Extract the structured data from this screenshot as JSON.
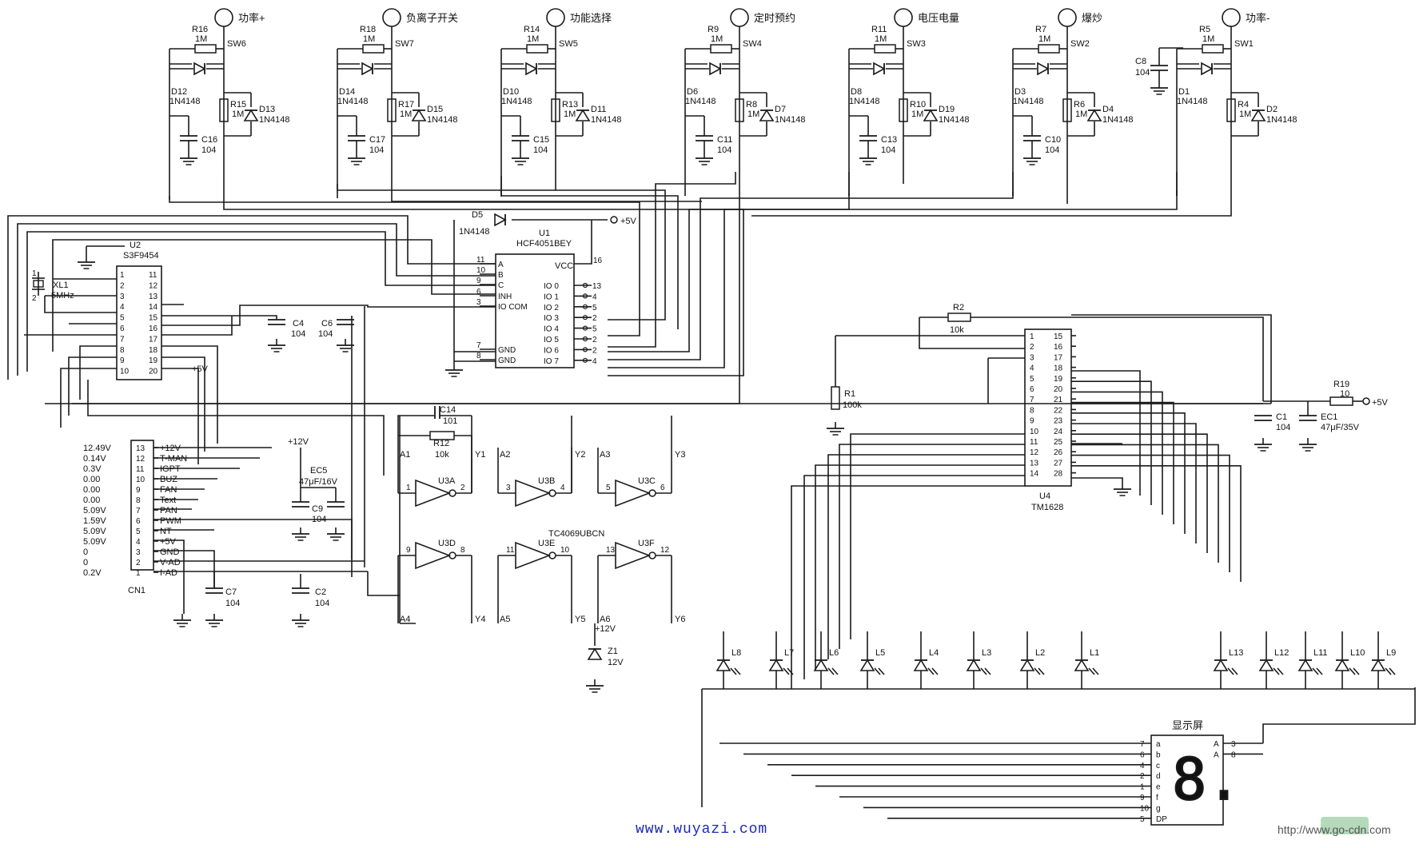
{
  "switches": [
    {
      "label": "功率+",
      "r_top": "R16",
      "r_top_val": "1M",
      "sw": "SW6",
      "d_left": "D12",
      "d_type": "1N4148",
      "r_mid": "R15",
      "r_mid_val": "1M",
      "d_right": "D13",
      "d_right_type": "1N4148",
      "cap": "C16",
      "cap_val": "104"
    },
    {
      "label": "负离子开关",
      "r_top": "R18",
      "r_top_val": "1M",
      "sw": "SW7",
      "d_left": "D14",
      "d_type": "1N4148",
      "r_mid": "R17",
      "r_mid_val": "1M",
      "d_right": "D15",
      "d_right_type": "1N4148",
      "cap": "C17",
      "cap_val": "104"
    },
    {
      "label": "功能选择",
      "r_top": "R14",
      "r_top_val": "1M",
      "sw": "SW5",
      "d_left": "D10",
      "d_type": "1N4148",
      "r_mid": "R13",
      "r_mid_val": "1M",
      "d_right": "D11",
      "d_right_type": "1N4148",
      "cap": "C15",
      "cap_val": "104"
    },
    {
      "label": "定时预约",
      "r_top": "R9",
      "r_top_val": "1M",
      "sw": "SW4",
      "d_left": "D6",
      "d_type": "1N4148",
      "r_mid": "R8",
      "r_mid_val": "1M",
      "d_right": "D7",
      "d_right_type": "1N4148",
      "cap": "C11",
      "cap_val": "104"
    },
    {
      "label": "电压电量",
      "r_top": "R11",
      "r_top_val": "1M",
      "sw": "SW3",
      "d_left": "D8",
      "d_type": "1N4148",
      "r_mid": "R10",
      "r_mid_val": "1M",
      "d_right": "D19",
      "d_right_type": "1N4148",
      "cap": "C13",
      "cap_val": "104"
    },
    {
      "label": "爆炒",
      "r_top": "R7",
      "r_top_val": "1M",
      "sw": "SW2",
      "d_left": "D3",
      "d_type": "1N4148",
      "r_mid": "R6",
      "r_mid_val": "1M",
      "d_right": "D4",
      "d_right_type": "1N4148",
      "cap": "C10",
      "cap_val": "104"
    },
    {
      "label": "功率-",
      "r_top": "R5",
      "r_top_val": "1M",
      "sw": "SW1",
      "d_left": "D1",
      "d_type": "1N4148",
      "r_mid": "R4",
      "r_mid_val": "1M",
      "d_right": "D2",
      "d_right_type": "1N4148",
      "cap": "",
      "cap_val": ""
    }
  ],
  "c8": {
    "name": "C8",
    "val": "104"
  },
  "u1": {
    "ref": "U1",
    "part": "HCF4051BEY",
    "vcc": "VCC",
    "pins_left": [
      "A",
      "B",
      "C",
      "INH",
      "IO COM",
      "GND",
      "GND"
    ],
    "pins_left_nums": [
      "11",
      "10",
      "9",
      "6",
      "3",
      "7",
      "8"
    ],
    "pins_right": [
      "IO 0",
      "IO 1",
      "IO 2",
      "IO 3",
      "IO 4",
      "IO 5",
      "IO 6",
      "IO 7"
    ],
    "vcc_pin": "16",
    "right_outer": [
      "13",
      "4",
      "5",
      "2",
      "5",
      "2",
      "2",
      "4"
    ]
  },
  "d5": {
    "ref": "D5",
    "type": "1N4148"
  },
  "plus5v": "+5V",
  "u2": {
    "ref": "U2",
    "part": "S3F9454",
    "left": [
      "1",
      "2",
      "3",
      "4",
      "5",
      "6",
      "7",
      "8",
      "9",
      "10"
    ],
    "right": [
      "11",
      "12",
      "13",
      "14",
      "15",
      "16",
      "17",
      "18",
      "19",
      "20"
    ]
  },
  "xl1": {
    "ref": "XL1",
    "freq": "5MHz",
    "p1": "1",
    "p2": "2"
  },
  "c4": {
    "ref": "C4",
    "val": "104"
  },
  "c6": {
    "ref": "C6",
    "val": "104"
  },
  "cn1": {
    "ref": "CN1",
    "voltages": [
      "12.49V",
      "0.14V",
      "0.3V",
      "0.00",
      "0.00",
      "0.00",
      "5.09V",
      "1.59V",
      "5.09V",
      "5.09V",
      "0",
      "0",
      "0.2V"
    ],
    "pins": [
      "13",
      "12",
      "11",
      "10",
      "9",
      "8",
      "7",
      "6",
      "5",
      "4",
      "3",
      "2",
      "1"
    ],
    "signals": [
      "+12V",
      "T-MAN",
      "IGPT",
      "BUZ",
      "FAN",
      "Text",
      "PAN",
      "PWM",
      "NT",
      "+5V",
      "GND",
      "V-AD",
      "I-AD"
    ]
  },
  "plus12v": "+12V",
  "ec5": {
    "ref": "EC5",
    "val": "47μF/16V"
  },
  "c9": {
    "ref": "C9",
    "val": "104"
  },
  "c7": {
    "ref": "C7",
    "val": "104"
  },
  "c2": {
    "ref": "C2",
    "val": "104"
  },
  "c14": {
    "ref": "C14",
    "val": "101"
  },
  "r12": {
    "ref": "R12",
    "val": "10k"
  },
  "u3": {
    "part": "TC4069UBCN",
    "gates": [
      {
        "ref": "U3A",
        "in": "1",
        "out": "2",
        "a": "A1",
        "y": "Y1"
      },
      {
        "ref": "U3B",
        "in": "3",
        "out": "4",
        "a": "A2",
        "y": "Y2"
      },
      {
        "ref": "U3C",
        "in": "5",
        "out": "6",
        "a": "A3",
        "y": "Y3"
      },
      {
        "ref": "U3D",
        "in": "9",
        "out": "8",
        "a": "A4",
        "y": "Y4"
      },
      {
        "ref": "U3E",
        "in": "11",
        "out": "10",
        "a": "A5",
        "y": "Y5"
      },
      {
        "ref": "U3F",
        "in": "13",
        "out": "12",
        "a": "A6",
        "y": "Y6"
      }
    ]
  },
  "z1": {
    "ref": "Z1",
    "val": "12V"
  },
  "r2": {
    "ref": "R2",
    "val": "10k"
  },
  "r1": {
    "ref": "R1",
    "val": "100k"
  },
  "u4": {
    "ref": "U4",
    "part": "TM1628",
    "left": [
      "1",
      "2",
      "3",
      "4",
      "5",
      "6",
      "7",
      "8",
      "9",
      "10",
      "11",
      "12",
      "13",
      "14"
    ],
    "right": [
      "15",
      "16",
      "17",
      "18",
      "19",
      "20",
      "21",
      "22",
      "23",
      "24",
      "25",
      "26",
      "27",
      "28"
    ]
  },
  "r19": {
    "ref": "R19",
    "val": "10"
  },
  "c1": {
    "ref": "C1",
    "val": "104"
  },
  "ec1": {
    "ref": "EC1",
    "val": "47μF/35V"
  },
  "leds": [
    "L8",
    "L7",
    "L6",
    "L5",
    "L4",
    "L3",
    "L2",
    "L1",
    "L13",
    "L12",
    "L11",
    "L10",
    "L9"
  ],
  "display": {
    "title": "显示屏",
    "seg_pins": [
      "7",
      "6",
      "4",
      "2",
      "1",
      "9",
      "10",
      "5"
    ],
    "seg_labels": [
      "a",
      "b",
      "c",
      "d",
      "e",
      "f",
      "g",
      "DP"
    ],
    "com_pins": [
      "3",
      "8"
    ],
    "com_labels": [
      "A",
      "A"
    ],
    "digit": "8."
  },
  "footer_url": "www.wuyazi.com",
  "watermark": "http://www.go-cdn.com"
}
